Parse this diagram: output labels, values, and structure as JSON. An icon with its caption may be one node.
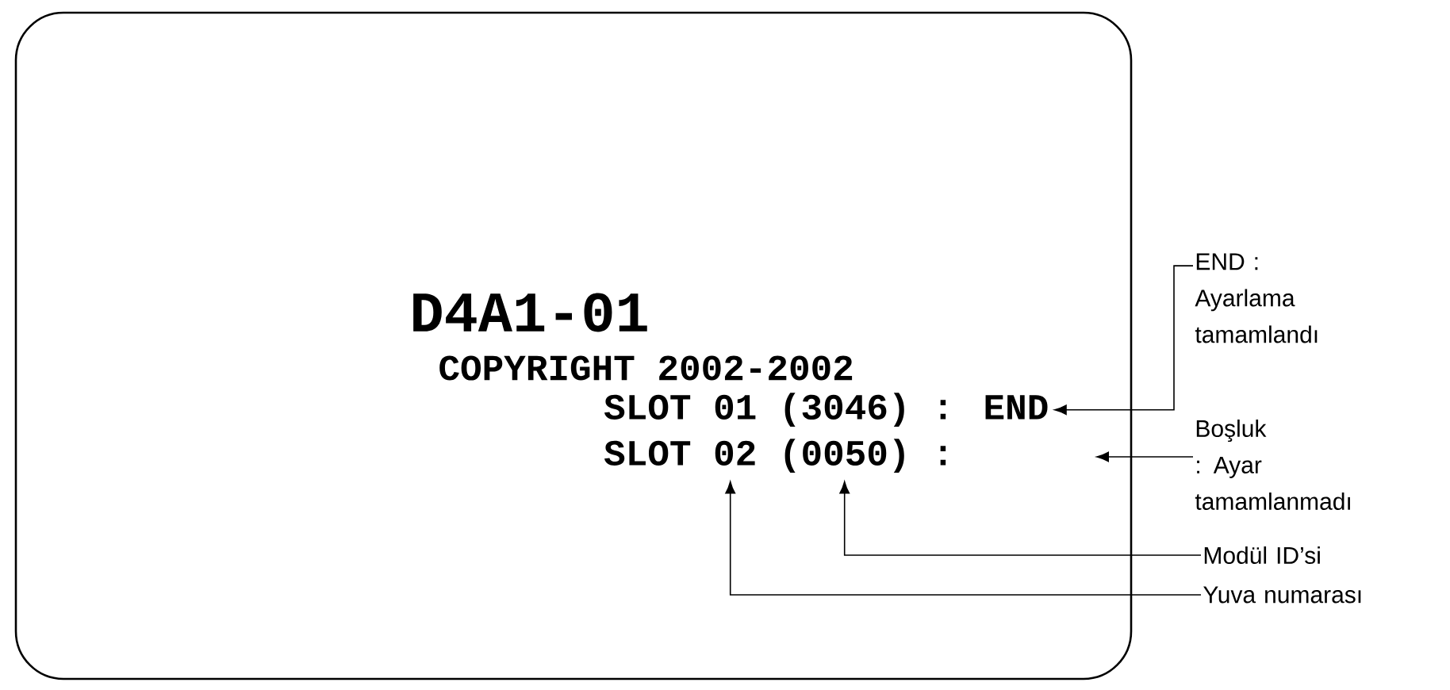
{
  "diagram": {
    "nodes": [
      {
        "text": [
          "D4A1-01",
          "COPYRIGHT 2002-2002"
        ]
      },
      {
        "text": [
          "SLOT 01 (3046) : END"
        ],
        "in": 0
      },
      {
        "text": [
          "SLOT 02 (0050) :"
        ],
        "in": 0
      },
      {
        "text": [
          "END : Ayarlama tamamlandı"
        ]
      },
      {
        "text": [
          "Boşluk : Ayar tamamlanmadı"
        ]
      },
      {
        "text": [
          "Modül ID’si"
        ]
      },
      {
        "text": [
          "Yuva numarası"
        ]
      }
    ],
    "edges": [
      {
        "from": 3,
        "to": 1,
        "arrow": "to"
      },
      {
        "from": 4,
        "to": null,
        "arrow": "to"
      },
      {
        "from": 5,
        "to": 2,
        "arrow": "to"
      },
      {
        "from": 6,
        "to": 2,
        "arrow": "to"
      }
    ]
  }
}
